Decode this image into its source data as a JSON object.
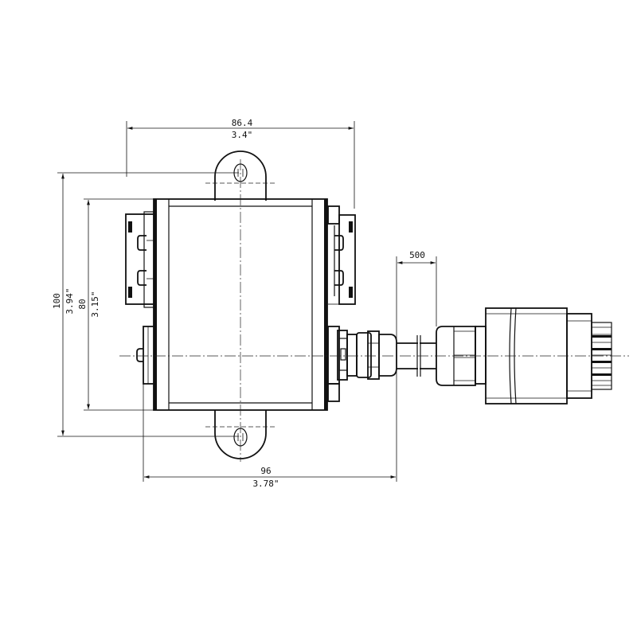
{
  "drawing": {
    "title": "Enclosure with cable gland and connector - top view",
    "colors": {
      "line": "#111111",
      "background": "#ffffff"
    },
    "dimensions": {
      "width_top": {
        "mm": "86.4",
        "inch": "3.4\""
      },
      "height_outer": {
        "mm": "100",
        "inch": "3.94\""
      },
      "height_inner": {
        "mm": "80",
        "inch": "3.15\""
      },
      "cable_length": {
        "mm": "500"
      },
      "width_bottom": {
        "mm": "96",
        "inch": "3.78\""
      }
    },
    "components": [
      "enclosure-body",
      "mounting-tab-top",
      "mounting-tab-bottom",
      "din-clip-left",
      "din-clip-right",
      "cable-gland",
      "cable",
      "connector-plug"
    ]
  }
}
